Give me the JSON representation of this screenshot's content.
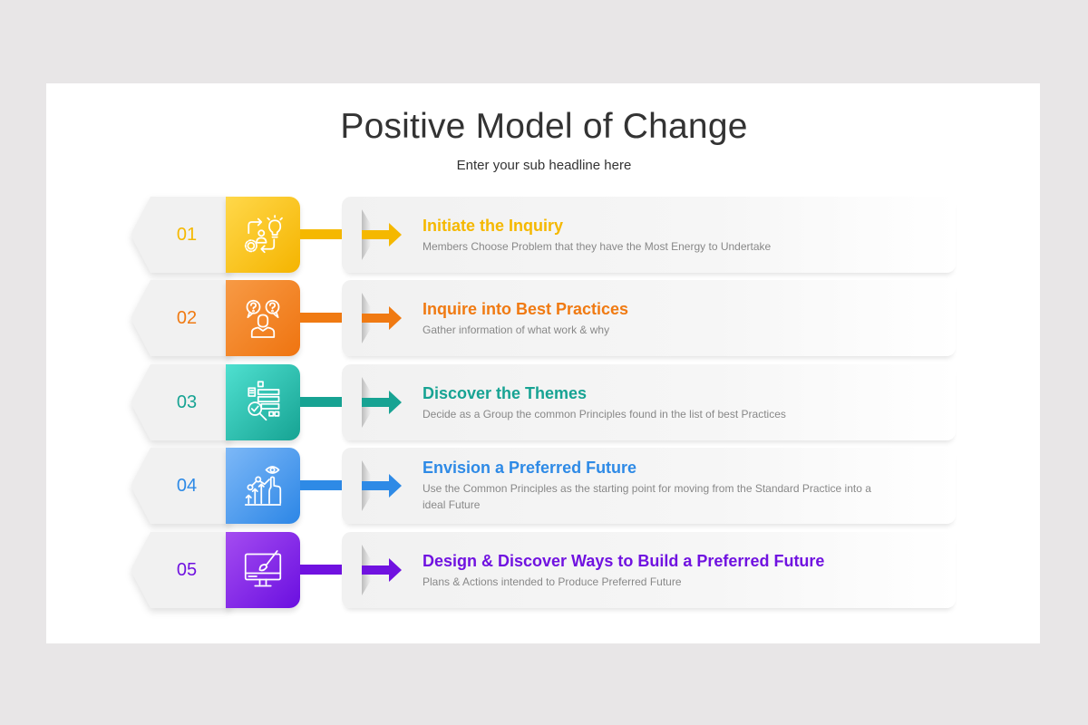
{
  "slide": {
    "title": "Positive Model of Change",
    "subtitle": "Enter your sub headline here"
  },
  "steps": [
    {
      "number": "01",
      "title": "Initiate the Inquiry",
      "description": "Members Choose Problem that they have the Most Energy to Undertake",
      "icon": "process-idea-icon",
      "color": "#f5b800",
      "gradient_from": "#ffd84a",
      "gradient_to": "#f5b400"
    },
    {
      "number": "02",
      "title": "Inquire into Best Practices",
      "description": "Gather information of what work & why",
      "icon": "person-questions-icon",
      "color": "#f07a12",
      "gradient_from": "#f79a45",
      "gradient_to": "#ef7410"
    },
    {
      "number": "03",
      "title": "Discover the Themes",
      "description": "Decide as a Group the common Principles found in the list of best Practices",
      "icon": "list-search-icon",
      "color": "#17a393",
      "gradient_from": "#4fe0d0",
      "gradient_to": "#16a393"
    },
    {
      "number": "04",
      "title": "Envision a Preferred Future",
      "description": "Use the Common Principles as the starting point for moving from the Standard Practice into a ideal Future",
      "icon": "vision-growth-icon",
      "color": "#2e8ae6",
      "gradient_from": "#7db8f7",
      "gradient_to": "#2c86e6"
    },
    {
      "number": "05",
      "title": "Design & Discover Ways to Build a Preferred Future",
      "description": "Plans & Actions intended to Produce Preferred Future",
      "icon": "monitor-design-icon",
      "color": "#7012e0",
      "gradient_from": "#a44cf0",
      "gradient_to": "#6a0fe0"
    }
  ]
}
